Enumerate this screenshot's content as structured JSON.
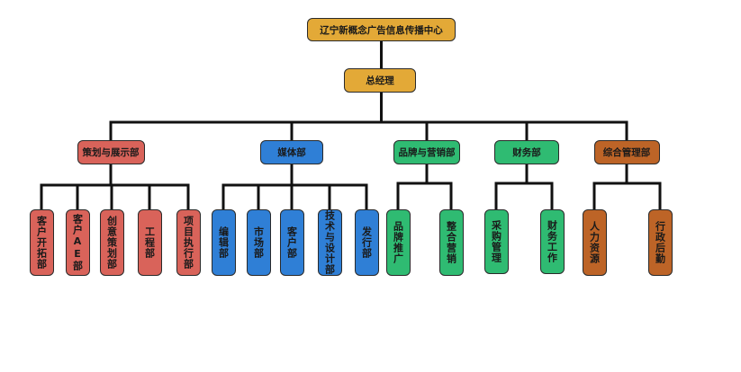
{
  "colors": {
    "gold": "#e3a937",
    "red": "#d9635a",
    "blue": "#2f7fd6",
    "green": "#2fbb72",
    "brown": "#bd6427",
    "line": "#111111"
  },
  "root": {
    "label": "辽宁新概念广告信息传播中心",
    "color": "gold"
  },
  "manager": {
    "label": "总经理",
    "color": "gold"
  },
  "departments": [
    {
      "label": "策划与展示部",
      "color": "red",
      "children": [
        "客户开拓部",
        "客户AE部",
        "创意策划部",
        "工程部",
        "项目执行部"
      ]
    },
    {
      "label": "媒体部",
      "color": "blue",
      "children": [
        "编辑部",
        "市场部",
        "客户部",
        "技术与设计部",
        "发行部"
      ]
    },
    {
      "label": "品牌与营销部",
      "color": "green",
      "children": [
        "品牌推广",
        "整合营销"
      ]
    },
    {
      "label": "财务部",
      "color": "green",
      "children": [
        "采购管理",
        "财务工作"
      ]
    },
    {
      "label": "综合管理部",
      "color": "brown",
      "children": [
        "人力资源",
        "行政后勤"
      ]
    }
  ]
}
